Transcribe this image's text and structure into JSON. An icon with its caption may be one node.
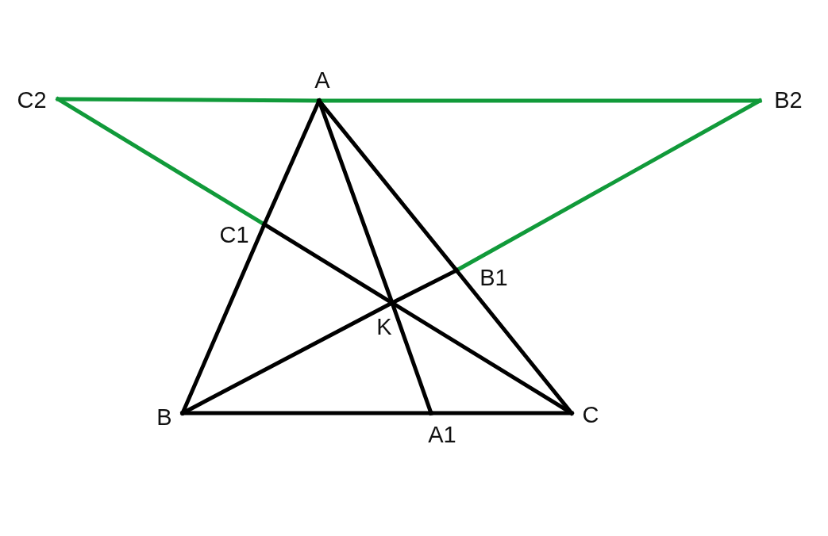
{
  "diagram": {
    "nodes": [
      {
        "text": [
          "A"
        ]
      },
      {
        "text": [
          "C2"
        ]
      },
      {
        "text": [
          "B2"
        ]
      },
      {
        "text": [
          "C1"
        ]
      },
      {
        "text": [
          "B1"
        ]
      },
      {
        "text": [
          "K"
        ]
      },
      {
        "text": [
          "B"
        ]
      },
      {
        "text": [
          "A1"
        ]
      },
      {
        "text": [
          "C"
        ]
      }
    ],
    "edges": [
      {
        "from": 1,
        "to": 0,
        "arrow": "none",
        "color": "#119a3a"
      },
      {
        "from": 0,
        "to": 2,
        "arrow": "none",
        "color": "#119a3a"
      },
      {
        "from": 1,
        "to": 3,
        "arrow": "none",
        "color": "#119a3a"
      },
      {
        "from": 2,
        "to": 4,
        "arrow": "none",
        "color": "#119a3a"
      },
      {
        "from": 0,
        "to": 3,
        "arrow": "none"
      },
      {
        "from": 3,
        "to": 6,
        "arrow": "none"
      },
      {
        "from": 0,
        "to": 4,
        "arrow": "none"
      },
      {
        "from": 4,
        "to": 8,
        "arrow": "none"
      },
      {
        "from": 6,
        "to": 7,
        "arrow": "none"
      },
      {
        "from": 7,
        "to": 8,
        "arrow": "none"
      },
      {
        "from": 0,
        "to": 5,
        "arrow": "none"
      },
      {
        "from": 5,
        "to": 7,
        "arrow": "none"
      },
      {
        "from": 6,
        "to": 5,
        "arrow": "none"
      },
      {
        "from": 5,
        "to": 4,
        "arrow": "none"
      },
      {
        "from": 8,
        "to": 5,
        "arrow": "none"
      },
      {
        "from": 5,
        "to": 3,
        "arrow": "none"
      }
    ]
  }
}
